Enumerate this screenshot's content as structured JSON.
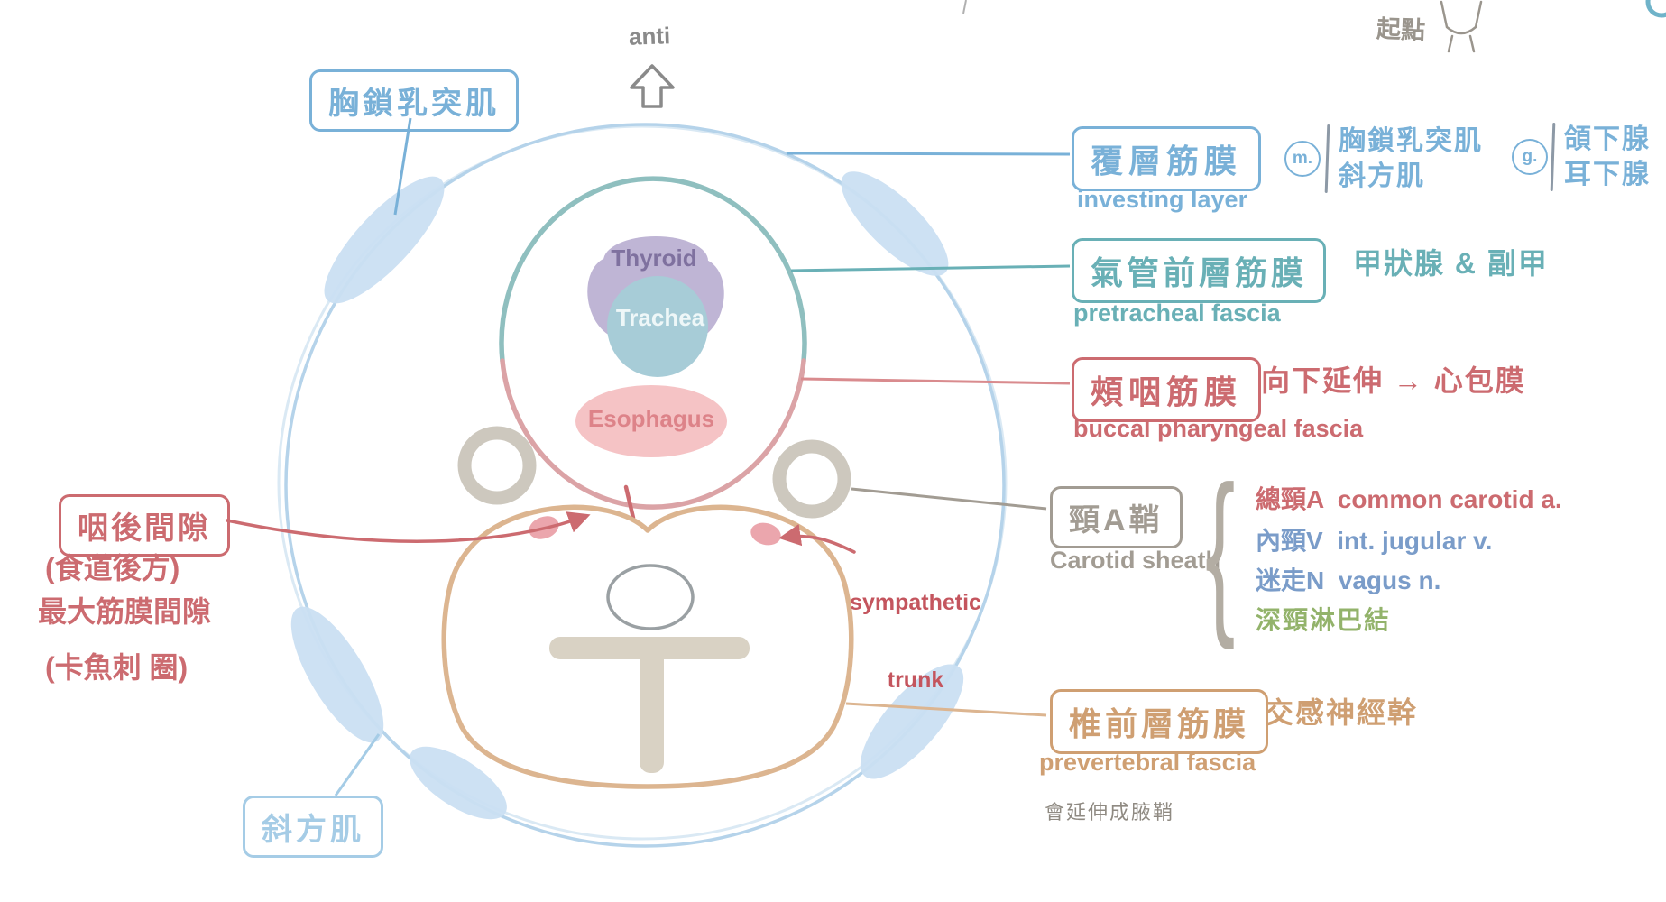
{
  "colors": {
    "blue": "#79b1d8",
    "lightblue": "#a5cce6",
    "teal": "#69b0b6",
    "red": "#cc6b70",
    "pinkline": "#dba3a6",
    "gray": "#a29c93",
    "graytext": "#8f8a82",
    "tan": "#cf9f72",
    "tanline": "#dcb590",
    "purple": "#7f719f",
    "green": "#93b36b",
    "navy": "#7a9cc9",
    "circle": "#b5d3ea",
    "patch": "#cadff2",
    "thyroidFill": "#b9aed1",
    "tracheaFill": "#a7ccd7",
    "esoFill": "#f4bdbf",
    "dot": "#eba6ad",
    "bone": "#d9d2c4",
    "ring": "#cdc8be",
    "esoText": "#dd8389",
    "tracheaText": "#eef7f8",
    "arrowGray": "#8a8a8a"
  },
  "compass": {
    "label": "anti"
  },
  "origin": {
    "label": "起點"
  },
  "muscles": {
    "scm": "胸鎖乳突肌",
    "trapezius": "斜方肌"
  },
  "organs": {
    "thyroid": "Thyroid",
    "trachea": "Trachea",
    "esophagus": "Esophagus"
  },
  "sympathetic": {
    "line1": "sympathetic",
    "line2": "trunk"
  },
  "retropharyngeal": {
    "box": "咽後間隙",
    "note1": "(食道後方)",
    "note2": "最大筋膜間隙",
    "note3": "(卡魚刺 圈)"
  },
  "investing": {
    "box": "覆層筋膜",
    "en": "investing layer",
    "m_badge": "m.",
    "m_item1": "胸鎖乳突肌",
    "m_item2": "斜方肌",
    "g_badge": "g.",
    "g_item1": "頜下腺",
    "g_item2": "耳下腺"
  },
  "pretracheal": {
    "box": "氣管前層筋膜",
    "note": "甲狀腺 & 副甲",
    "en": "pretracheal fascia"
  },
  "buccopharyngeal": {
    "box": "頰咽筋膜",
    "note": "向下延伸 → 心包膜",
    "en": "buccal pharyngeal fascia"
  },
  "carotid": {
    "box": "頸A鞘",
    "en": "Carotid sheath",
    "item1": "總頸A  common carotid a.",
    "item2": "內頸V  int. jugular v.",
    "item3": "迷走N  vagus n.",
    "item4": "深頸淋巴結"
  },
  "prevertebral": {
    "box": "椎前層筋膜",
    "note": "交感神經幹",
    "en": "prevertebral fascia",
    "footnote": "會延伸成腋鞘"
  }
}
